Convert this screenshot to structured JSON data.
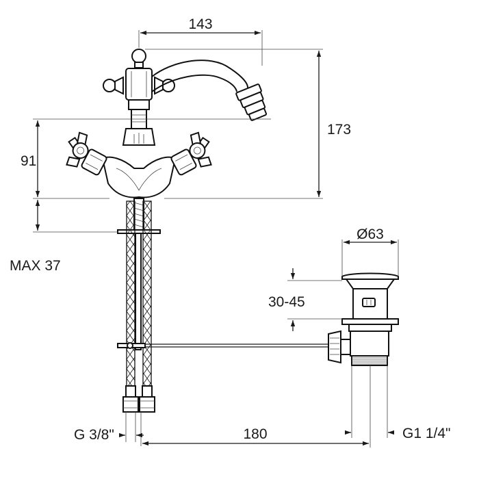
{
  "dimensions": {
    "spout_reach": "143",
    "total_height": "173",
    "lower_height": "91",
    "max_deck": "MAX 37",
    "waste_diameter": "Ø63",
    "waste_adjust": "30-45",
    "inlet_thread": "G 3/8\"",
    "pop_up_distance": "180",
    "waste_thread": "G1 1/4\""
  }
}
